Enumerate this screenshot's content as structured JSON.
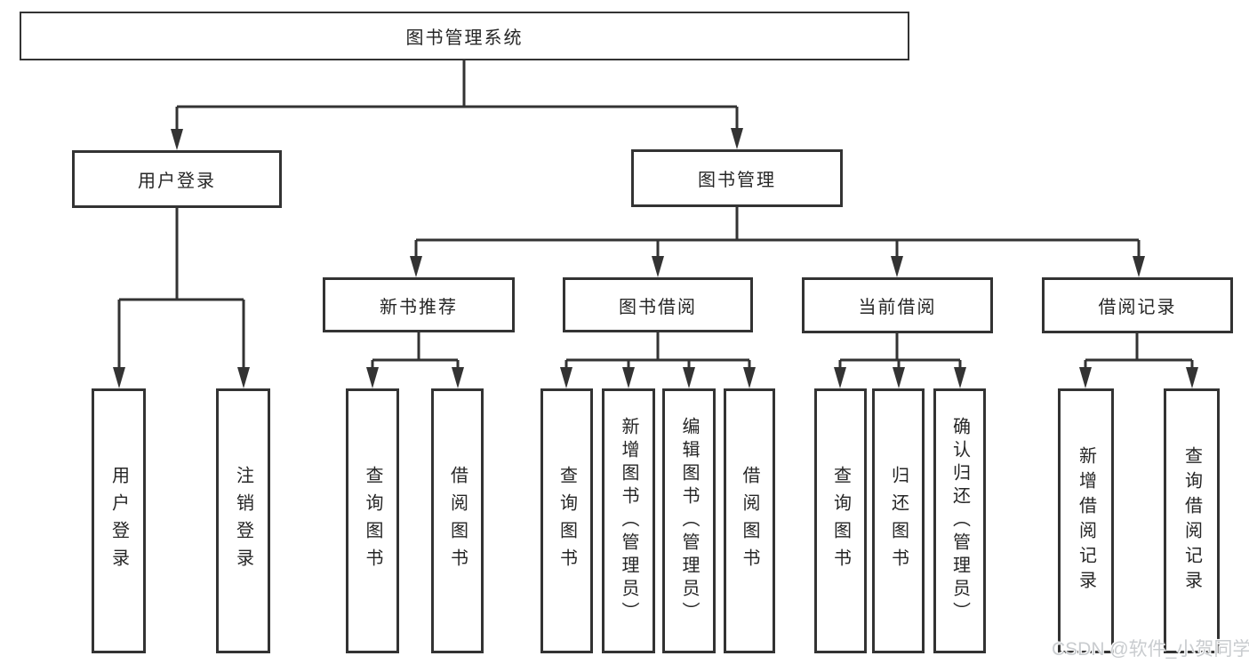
{
  "diagram": {
    "root": {
      "label": "图书管理系统"
    },
    "level2": [
      {
        "label": "用户登录",
        "children": [
          {
            "label": "用户登录"
          },
          {
            "label": "注销登录"
          }
        ]
      },
      {
        "label": "图书管理",
        "children": [
          {
            "label": "新书推荐",
            "children": [
              {
                "label": "查询图书"
              },
              {
                "label": "借阅图书"
              }
            ]
          },
          {
            "label": "图书借阅",
            "children": [
              {
                "label": "查询图书"
              },
              {
                "label": "新增图书（管理员）"
              },
              {
                "label": "编辑图书（管理员）"
              },
              {
                "label": "借阅图书"
              }
            ]
          },
          {
            "label": "当前借阅",
            "children": [
              {
                "label": "查询图书"
              },
              {
                "label": "归还图书"
              },
              {
                "label": "确认归还（管理员）"
              }
            ]
          },
          {
            "label": "借阅记录",
            "children": [
              {
                "label": "新增借阅记录"
              },
              {
                "label": "查询借阅记录"
              }
            ]
          }
        ]
      }
    ]
  },
  "watermark": {
    "text": "CSDN @软件_小贺同学"
  },
  "colors": {
    "line": "#333333",
    "box_border": "#333333",
    "text": "#262626",
    "background": "#ffffff",
    "watermark": "#c9cccf"
  }
}
